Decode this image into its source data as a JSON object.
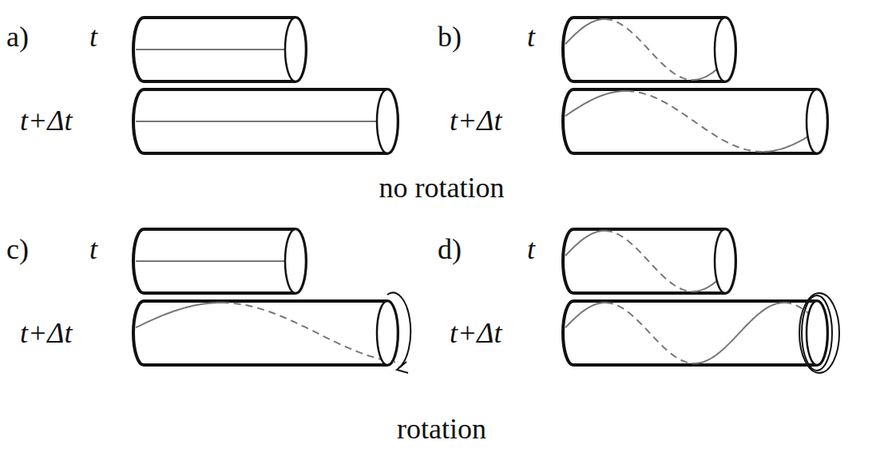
{
  "diagram": {
    "labels": [
      "a)",
      "t",
      "t+Δt",
      "b)",
      "t",
      "t+Δt",
      "no rotation",
      "c)",
      "t",
      "t+Δt",
      "d)",
      "t",
      "t+Δt",
      "rotation"
    ]
  }
}
